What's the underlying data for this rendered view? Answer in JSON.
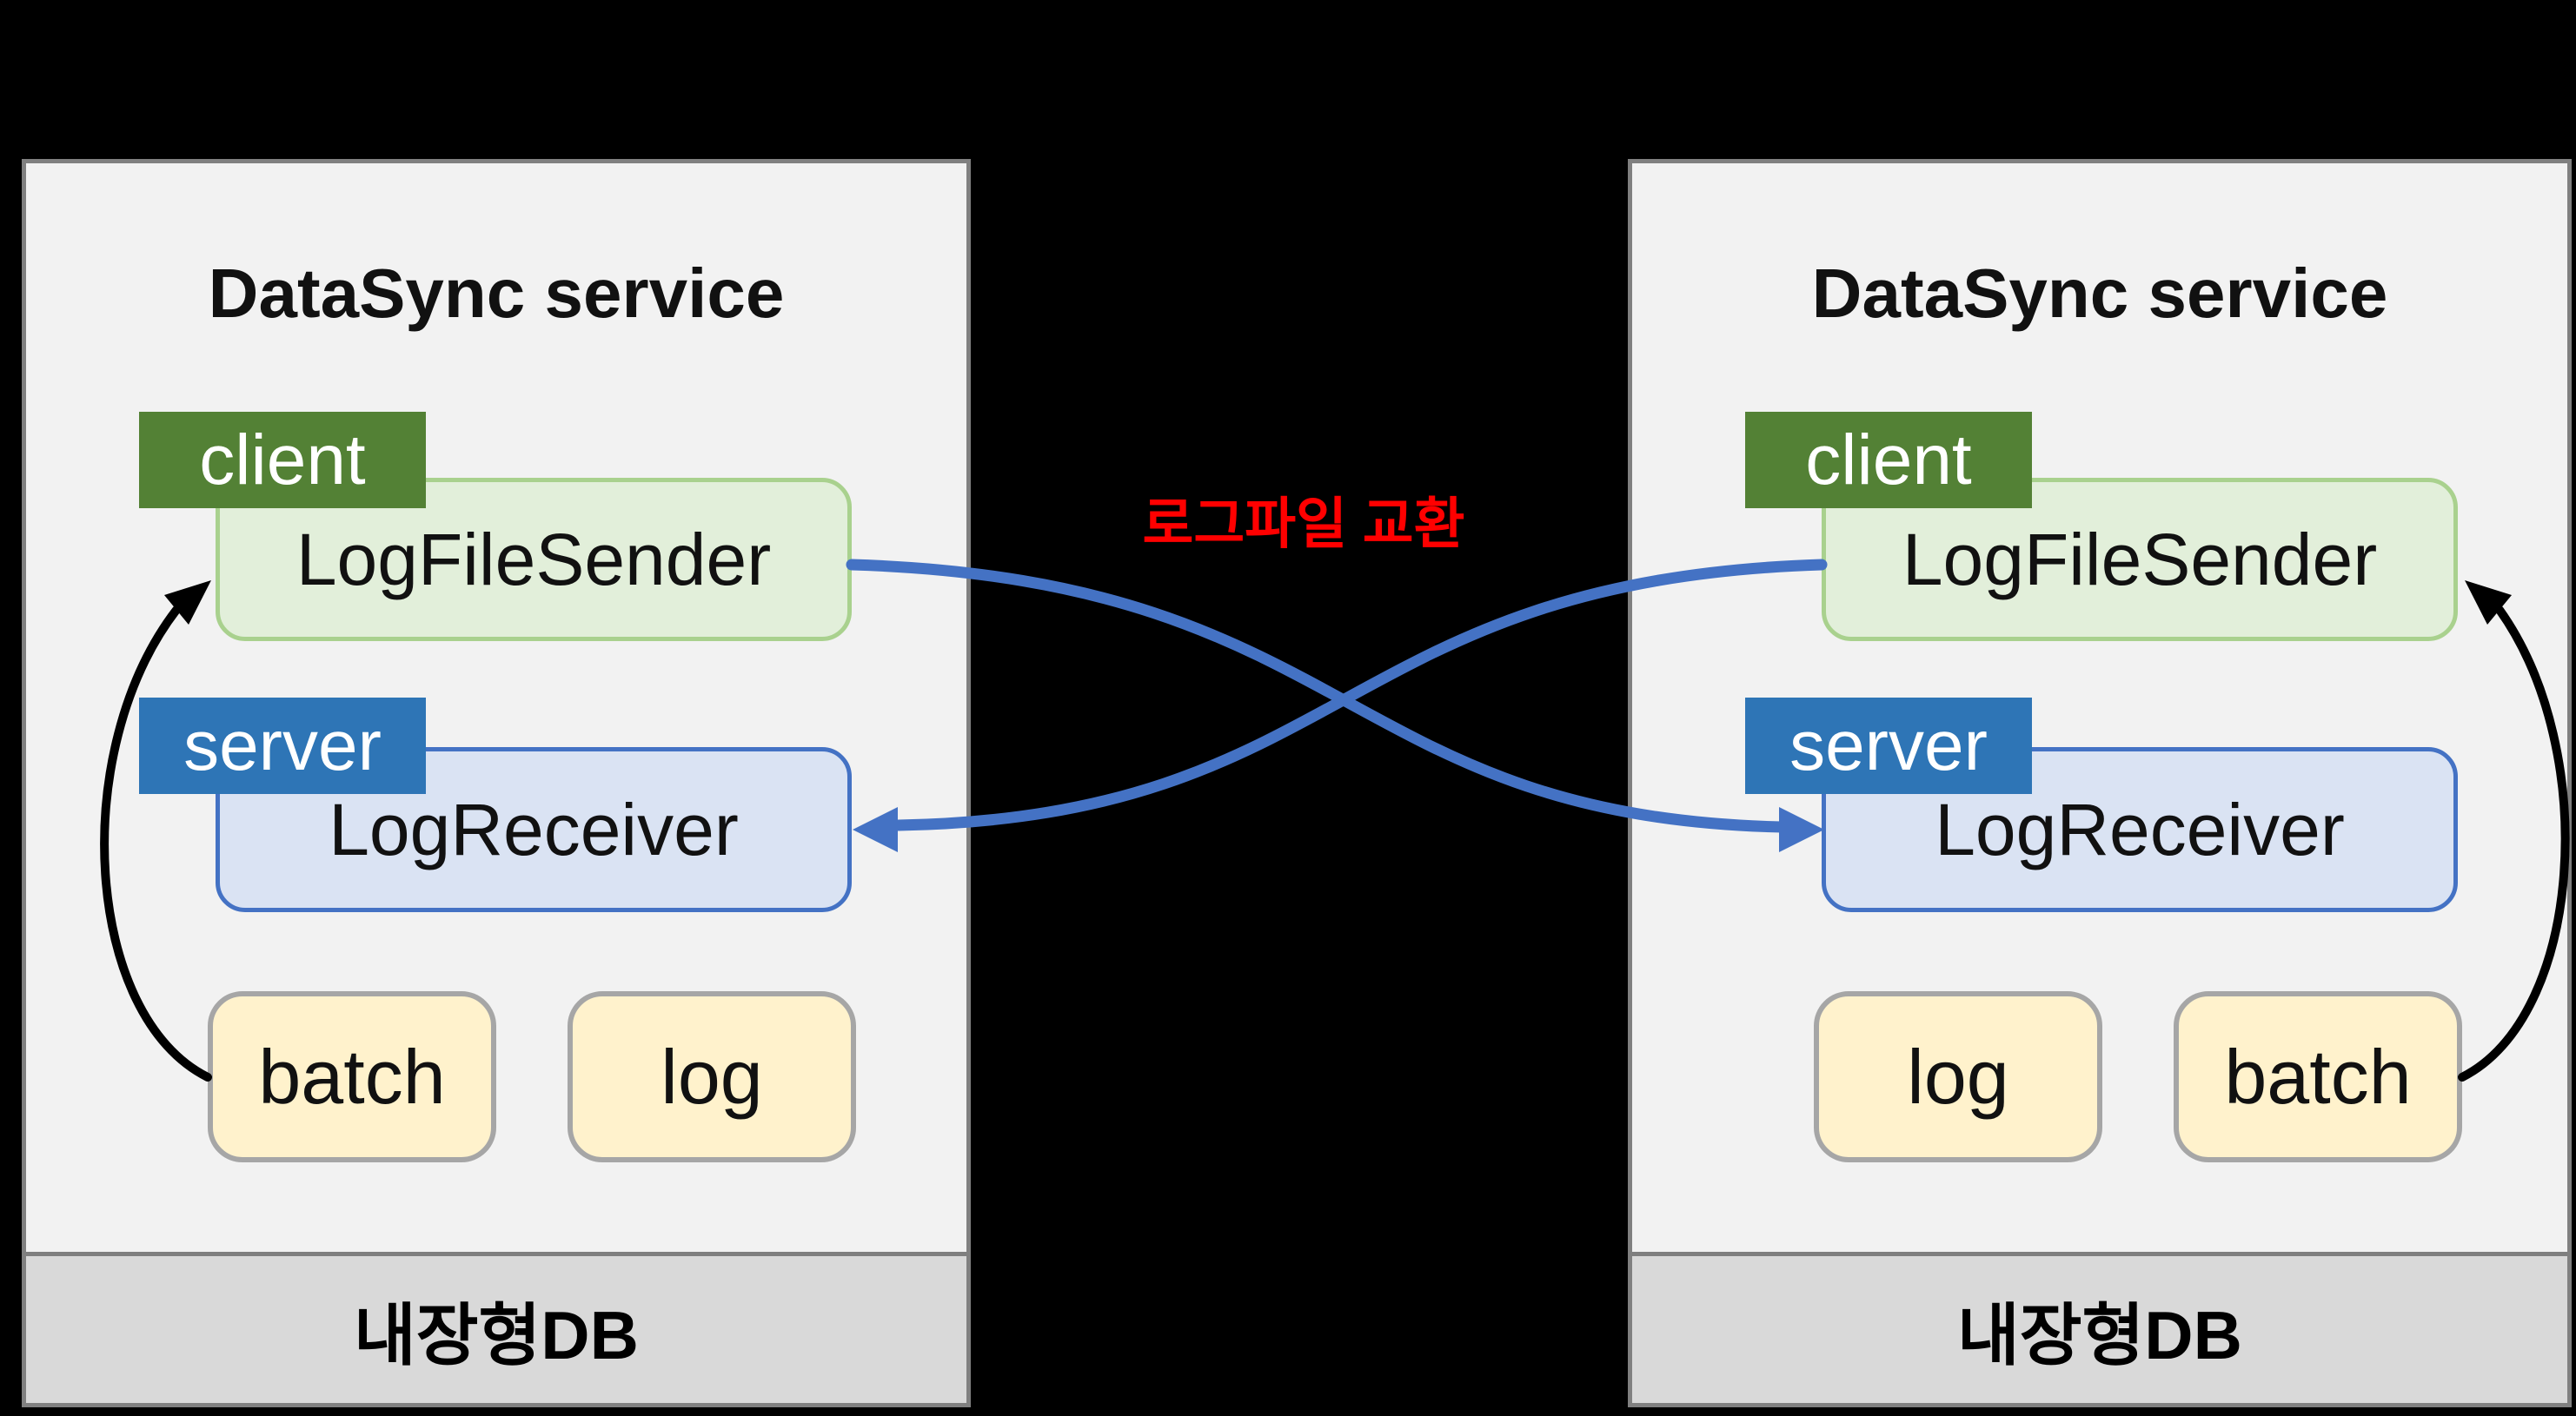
{
  "connection": {
    "label": "로그파일 교환"
  },
  "panels": [
    {
      "title": "DataSync service",
      "client_badge": "client",
      "sender_box": "LogFileSender",
      "server_badge": "server",
      "receiver_box": "LogReceiver",
      "bottom_boxes": [
        "batch",
        "log"
      ],
      "db_bar": "내장형DB"
    },
    {
      "title": "DataSync service",
      "client_badge": "client",
      "sender_box": "LogFileSender",
      "server_badge": "server",
      "receiver_box": "LogReceiver",
      "bottom_boxes": [
        "log",
        "batch"
      ],
      "db_bar": "내장형DB"
    }
  ],
  "colors": {
    "badge_green": "#538135",
    "badge_blue": "#2E75B6",
    "box_green_fill": "#E2EFDA",
    "box_green_border": "#A9D18E",
    "box_blue_fill": "#DAE3F3",
    "box_blue_border": "#4472C4",
    "box_cream_fill": "#FFF2CC",
    "box_cream_border": "#A6A6A6",
    "panel_bg": "#F2F2F2",
    "panel_border": "#808080",
    "footer_bg": "#D9D9D9",
    "footer_border": "#7F7F7F",
    "label_red": "#FF0000",
    "arrow_blue": "#4472C4",
    "arrow_black": "#000000",
    "canvas_bg": "#000000"
  }
}
